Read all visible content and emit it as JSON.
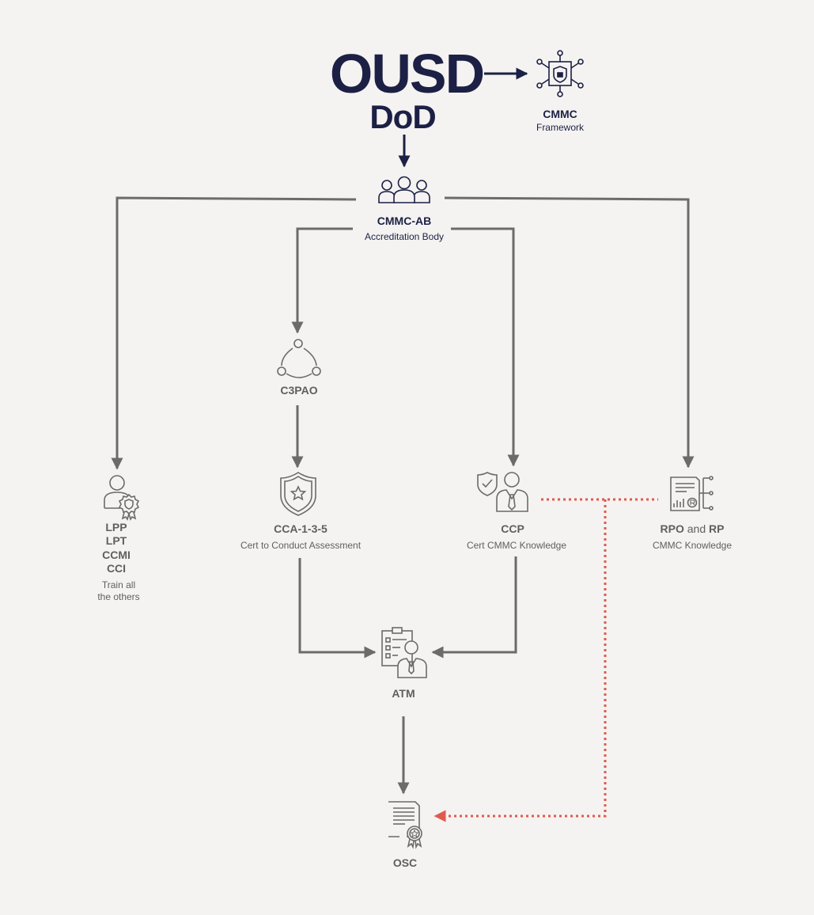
{
  "header": {
    "org_line1": "OUSD",
    "org_line2": "DoD"
  },
  "nodes": {
    "framework": {
      "title": "CMMC",
      "subtitle": "Framework"
    },
    "ab": {
      "title": "CMMC-AB",
      "subtitle": "Accreditation Body"
    },
    "c3pao": {
      "title": "C3PAO"
    },
    "lpp": {
      "titles": [
        "LPP",
        "LPT",
        "CCMI",
        "CCI"
      ],
      "subtitle_line1": "Train all",
      "subtitle_line2": "the others"
    },
    "cca": {
      "title": "CCA-1-3-5",
      "subtitle": "Cert to Conduct Assessment"
    },
    "ccp": {
      "title": "CCP",
      "subtitle": "Cert CMMC Knowledge"
    },
    "rpo": {
      "title_a": "RPO",
      "title_and": " and ",
      "title_b": "RP",
      "subtitle": "CMMC Knowledge"
    },
    "atm": {
      "title": "ATM"
    },
    "osc": {
      "title": "OSC"
    }
  },
  "colors": {
    "navy": "#1c2045",
    "connector": "#6b6b6b",
    "dotted": "#e05a4f",
    "label_grey": "#5f5f5f"
  },
  "icons": {
    "framework": "network-shield-icon",
    "ab": "group-icon",
    "c3pao": "triad-icon",
    "lpp": "person-badge-icon",
    "cca": "shield-star-icon",
    "ccp": "shield-person-icon",
    "rpo": "registered-document-icon",
    "atm": "clipboard-person-icon",
    "osc": "certificate-icon"
  }
}
